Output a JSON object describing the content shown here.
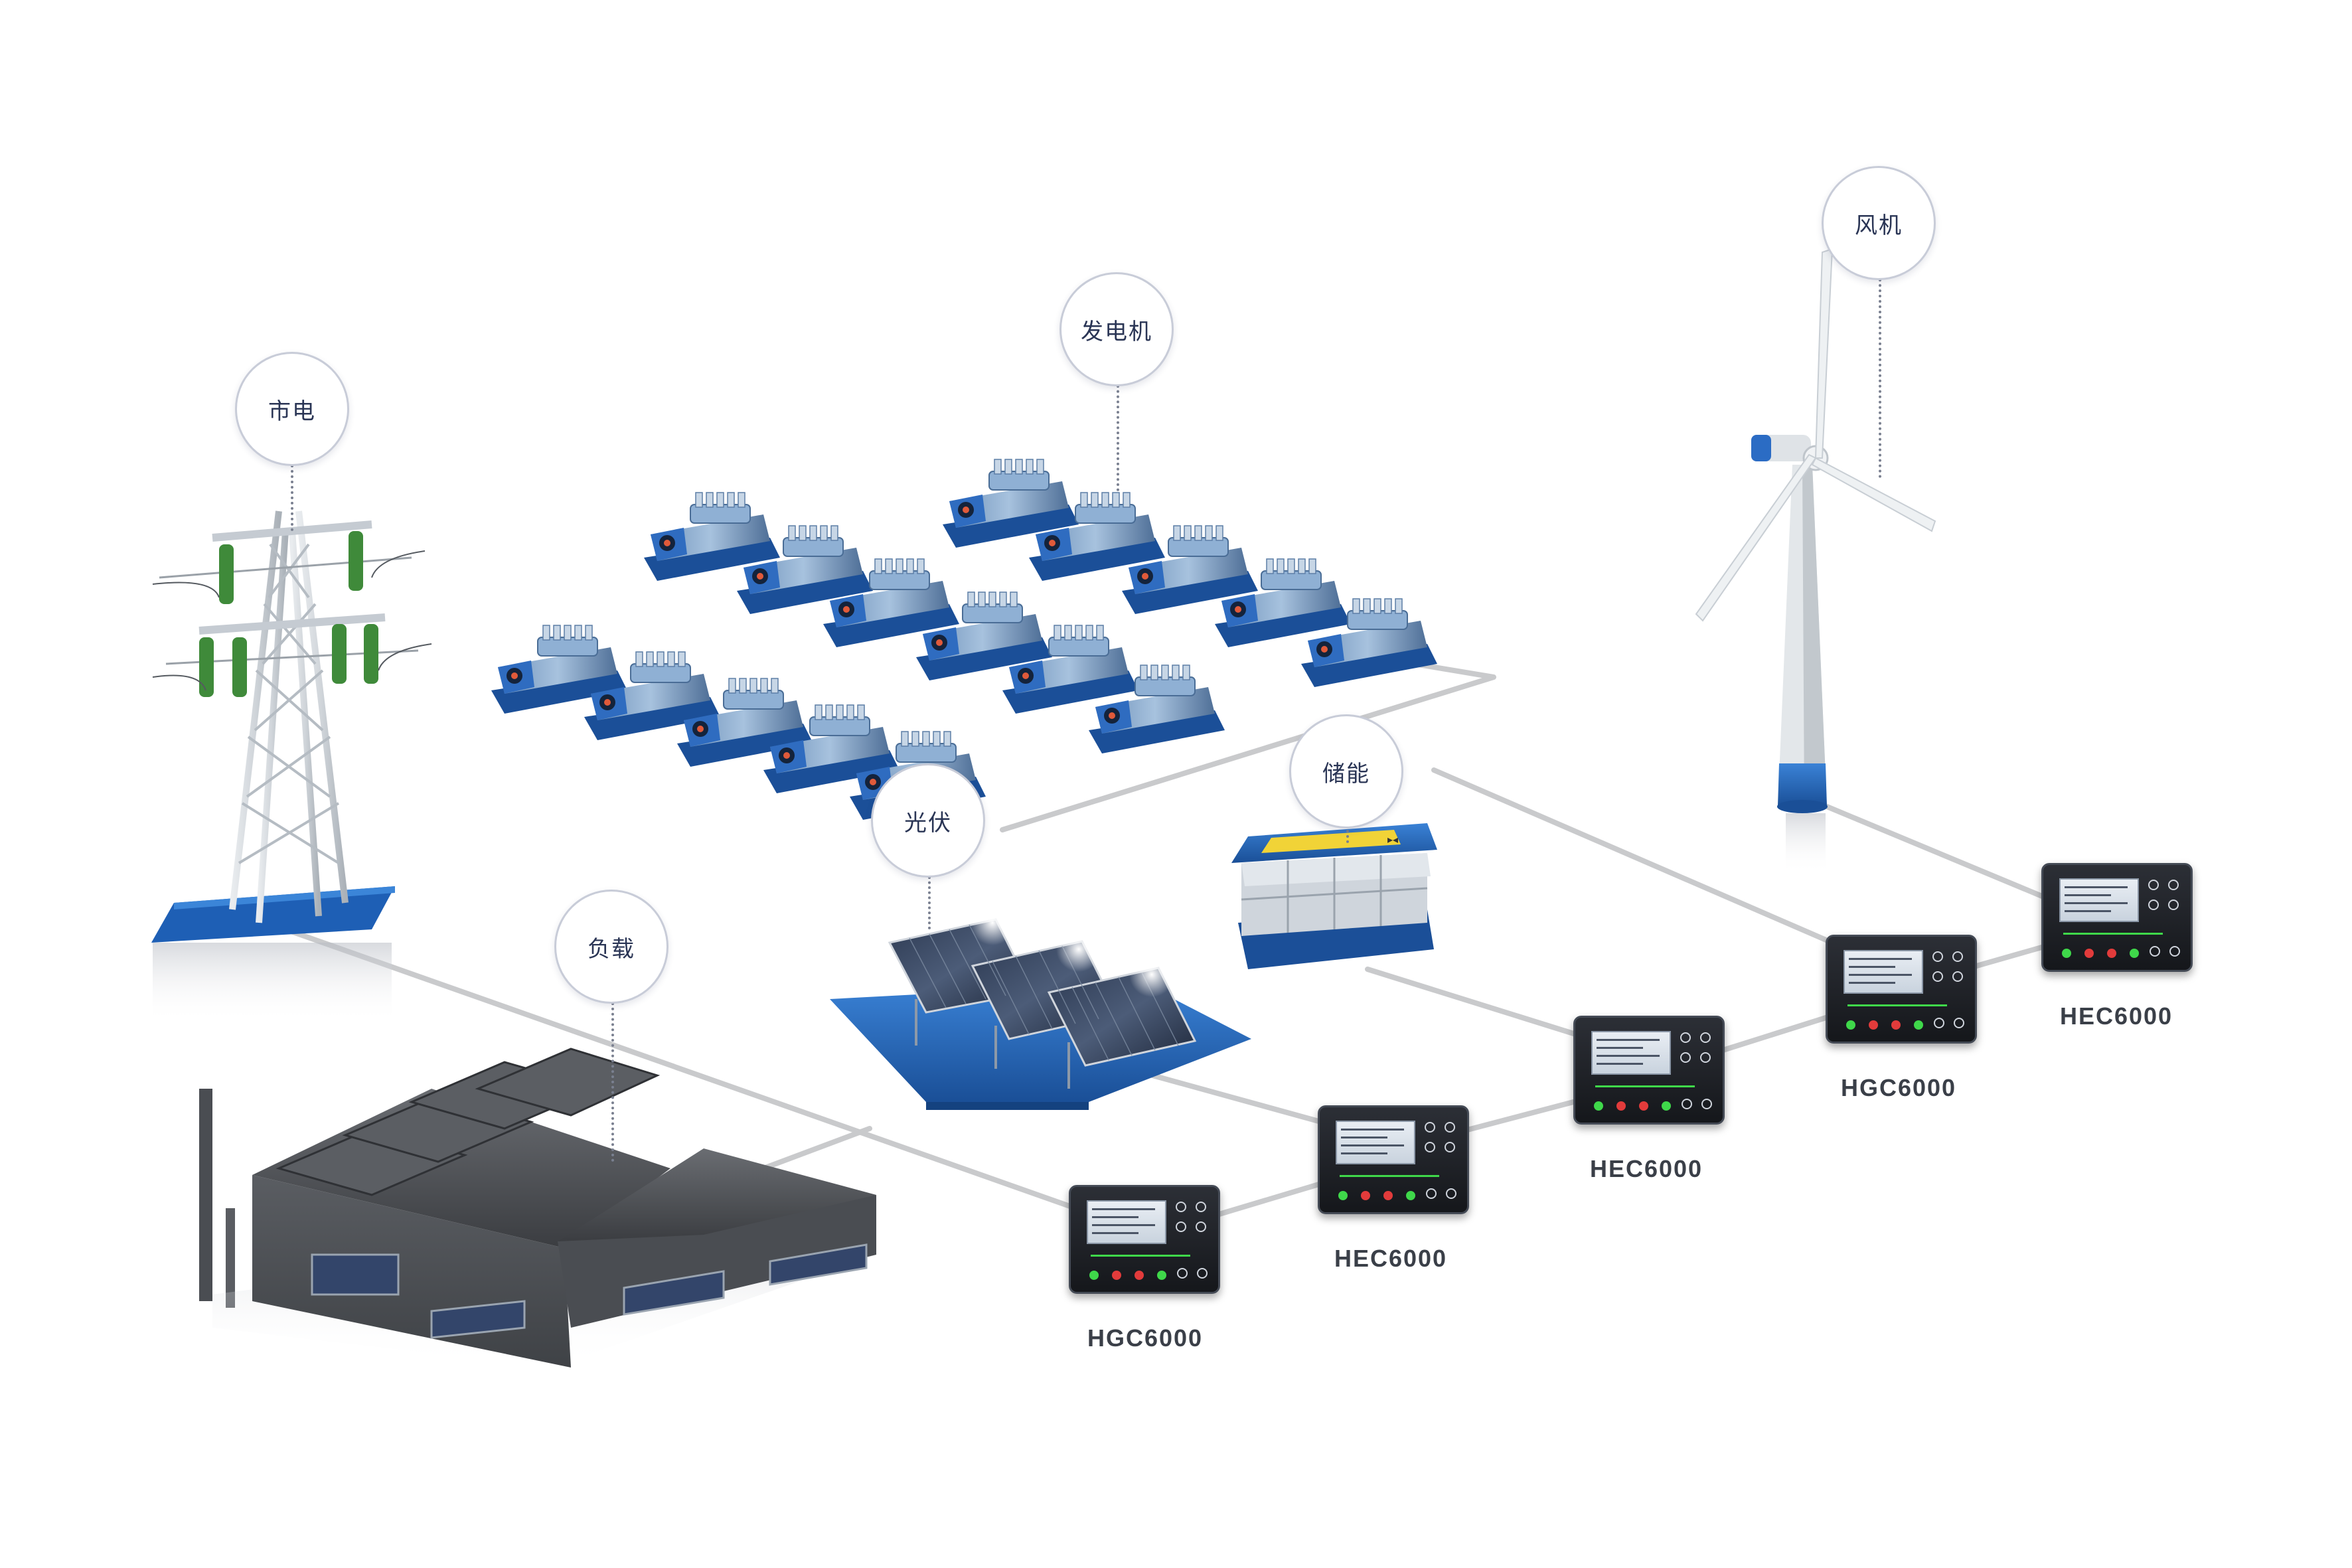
{
  "nodes": {
    "grid": {
      "label": "市电"
    },
    "generator": {
      "label": "发电机"
    },
    "wind": {
      "label": "风机"
    },
    "storage": {
      "label": "储能"
    },
    "pv": {
      "label": "光伏"
    },
    "load": {
      "label": "负载"
    }
  },
  "controllers": [
    {
      "model": "HGC6000"
    },
    {
      "model": "HEC6000"
    },
    {
      "model": "HEC6000"
    },
    {
      "model": "HGC6000"
    },
    {
      "model": "HEC6000"
    }
  ],
  "colors": {
    "connection_line": "#c9cacc",
    "equipment_blue": "#1f5fb0",
    "controller_body": "#1c1e22",
    "label_text": "#2a3555"
  }
}
